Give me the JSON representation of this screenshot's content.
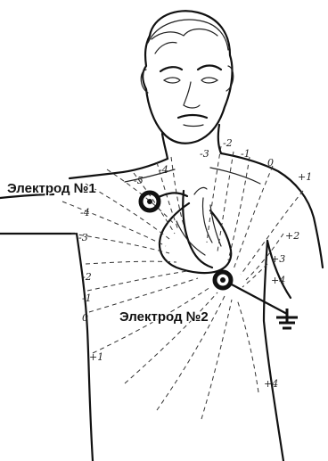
{
  "labels": {
    "electrode1": "Электрод №1",
    "electrode2": "Электрод №2"
  },
  "potentials": [
    "-2",
    "-1",
    "0",
    "+1",
    "-3",
    "-4",
    "-5",
    "-4",
    "-3",
    "-2",
    "-1",
    "0",
    "+1",
    "+2",
    "+3",
    "+4",
    "+4"
  ],
  "icons": {
    "electrode": "electrode-icon",
    "ground": "ground-icon"
  }
}
